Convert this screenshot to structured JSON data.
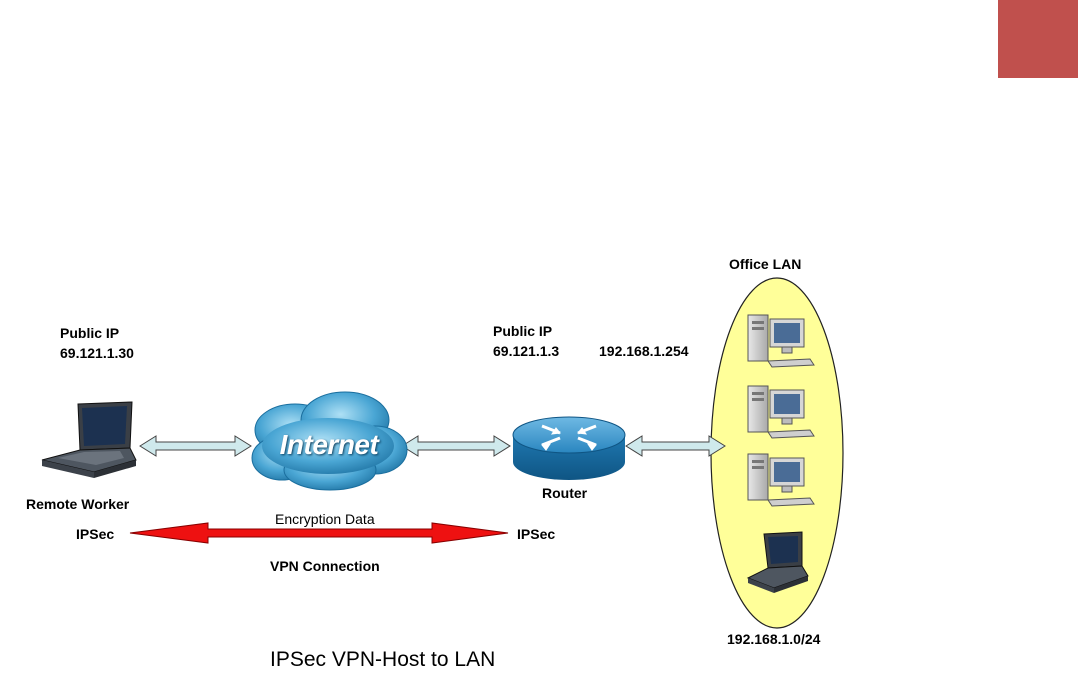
{
  "colors": {
    "corner_block": "#c0504d",
    "link_arrow": "#cfe9ec",
    "vpn_arrow": "#ee1111",
    "lan_ellipse": "#ffff99",
    "router": "#1e7fb6",
    "cloud": "#2f8fc2"
  },
  "icons": {
    "remote_laptop": "laptop-icon",
    "internet": "cloud-icon",
    "router": "router-icon",
    "lan_pc": "desktop-computer-icon",
    "lan_laptop": "laptop-icon"
  },
  "remote": {
    "ip_title": "Public IP",
    "ip_value": "69.121.1.30",
    "name": "Remote Worker",
    "ipsec": "IPSec"
  },
  "router": {
    "ip_title": "Public IP",
    "ip_value": "69.121.1.3",
    "lan_ip": "192.168.1.254",
    "name": "Router",
    "ipsec": "IPSec"
  },
  "internet": {
    "label": "Internet"
  },
  "lan": {
    "title": "Office LAN",
    "subnet": "192.168.1.0/24"
  },
  "vpn": {
    "top_label": "Encryption Data",
    "bottom_label": "VPN Connection"
  },
  "caption": "IPSec VPN-Host to LAN"
}
